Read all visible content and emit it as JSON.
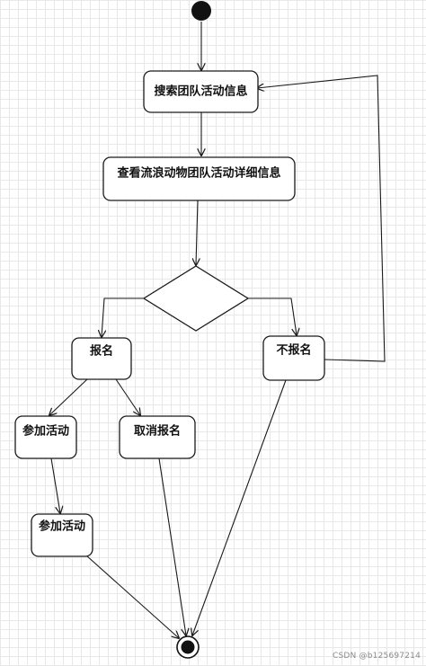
{
  "diagram": {
    "nodes": {
      "search_team_activity": "搜索团队活动信息",
      "view_activity_details": "查看流浪动物团队活动详细信息",
      "sign_up": "报名",
      "not_sign_up": "不报名",
      "join_activity_1": "参加活动",
      "cancel_sign_up": "取消报名",
      "join_activity_2": "参加活动"
    }
  },
  "watermark": "CSDN @b125697214",
  "colors": {
    "stroke": "#1a1a1a",
    "node_fill": "#ffffff",
    "grid": "#e8e8e8"
  }
}
